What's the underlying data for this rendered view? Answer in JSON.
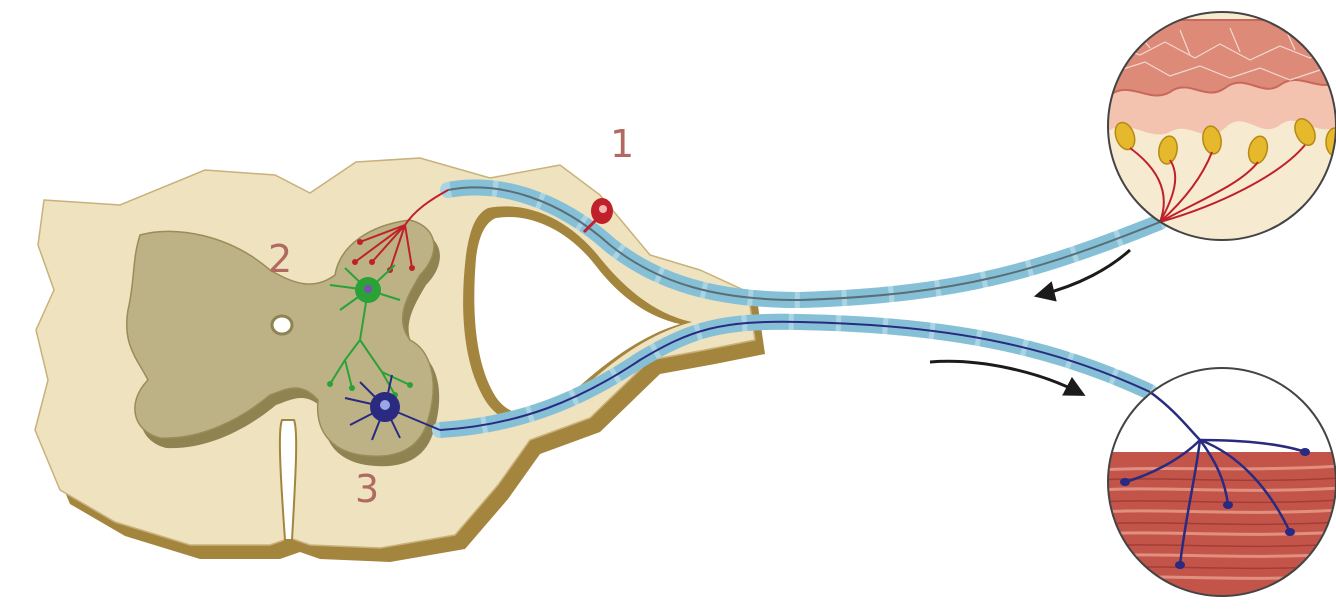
{
  "labels": {
    "one": "1",
    "two": "2",
    "three": "3"
  },
  "colors": {
    "white_matter": "#efe2bf",
    "gray_matter": "#bdb286",
    "side_shadow": "#a4853e",
    "sensory_neuron": "#c0202a",
    "interneuron": "#2aa238",
    "motor_neuron": "#2a2a80",
    "myelin": "#a9d4e4",
    "label": "#b06a62"
  },
  "icons": [
    "skin-receptor-inset-icon",
    "muscle-fiber-inset-icon",
    "arrow-icon"
  ]
}
